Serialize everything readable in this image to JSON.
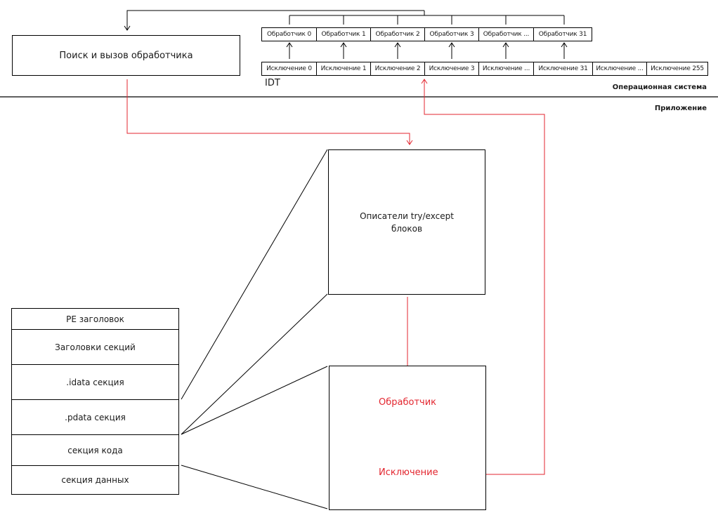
{
  "diagram": {
    "search_box": {
      "label": "Поиск и вызов обработчика"
    },
    "handlers": [
      "Обработчик 0",
      "Обработчик 1",
      "Обработчик 2",
      "Обработчик 3",
      "Обработчик ...",
      "Обработчик 31"
    ],
    "exceptions": [
      "Исключение 0",
      "Исключение 1",
      "Исключение 2",
      "Исключение 3",
      "Исключение ...",
      "Исключение 31",
      "Исключение ...",
      "Исключение 255"
    ],
    "idt_label": "IDT",
    "zone_os": "Операционная система",
    "zone_app": "Приложение",
    "descriptors_box": {
      "label_line1": "Описатели try/except",
      "label_line2": "блоков"
    },
    "code_box": {
      "handler_label": "Обработчик",
      "exception_label": "Исключение"
    },
    "pe_sections": [
      "PE заголовок",
      "Заголовки секций",
      ".idata секция",
      ".pdata секция",
      "секция кода",
      "секция данных"
    ],
    "colors": {
      "line": "#000000",
      "flow": "#e3262f"
    }
  }
}
